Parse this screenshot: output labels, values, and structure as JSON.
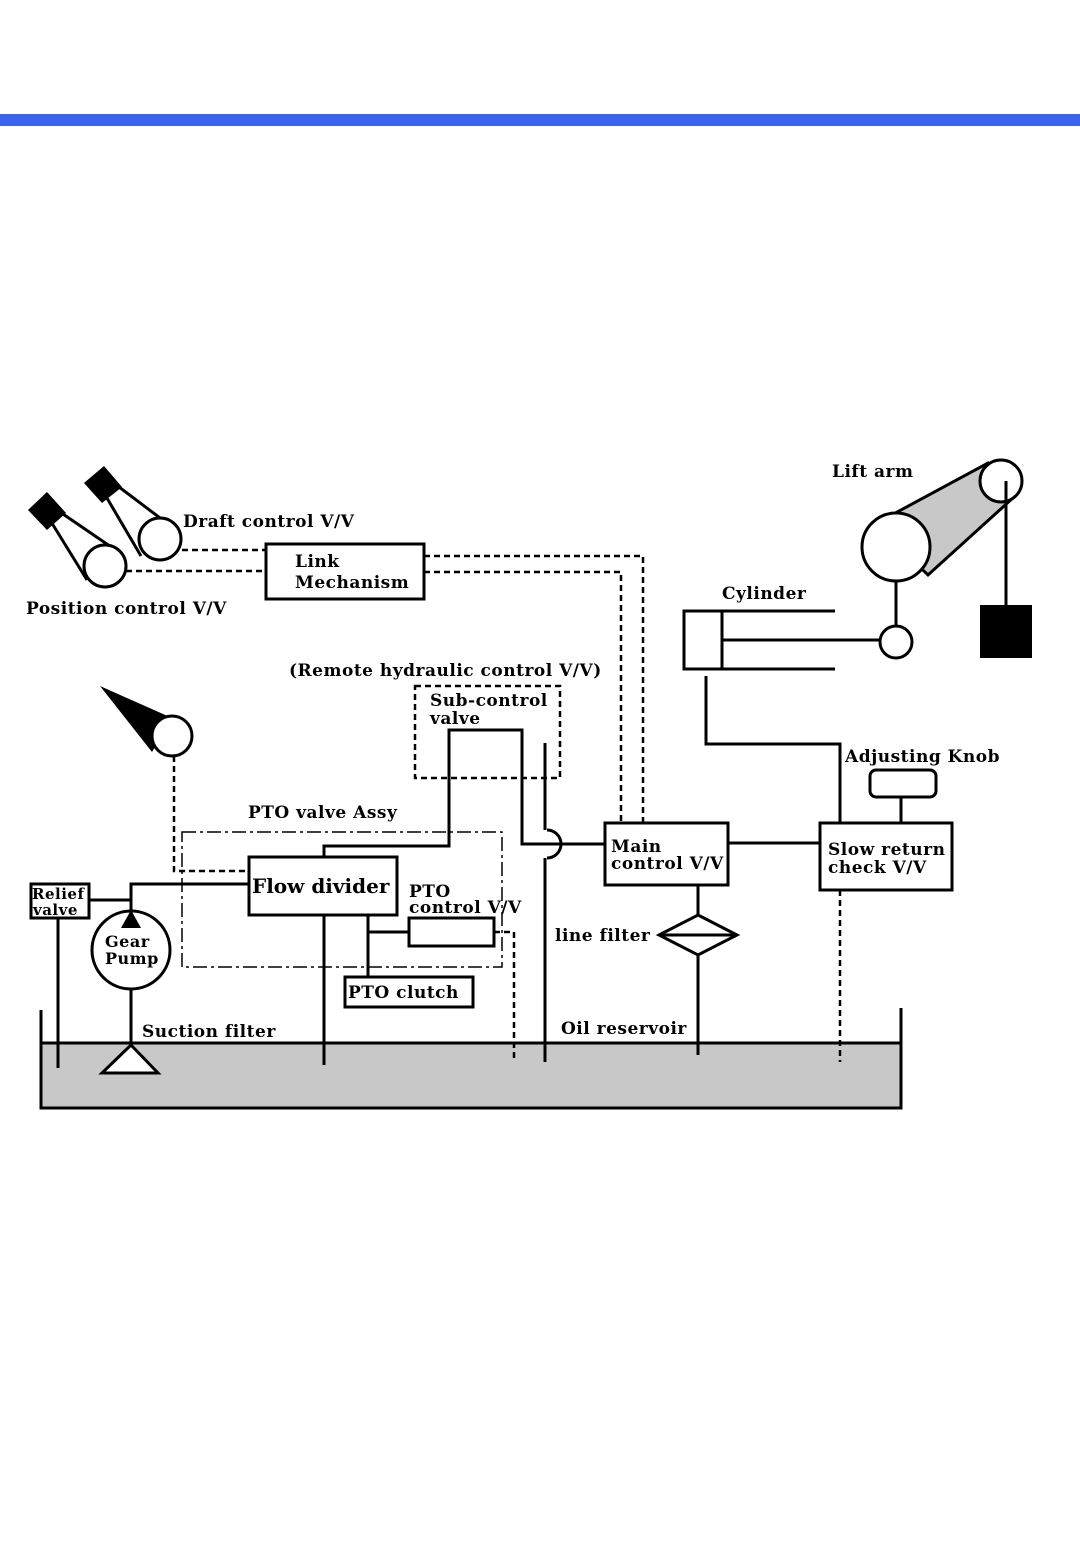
{
  "colors": {
    "header_bar": "#3a63f0",
    "reservoir_fill": "#c8c8c8",
    "lift_arm_fill": "#c8c8c8",
    "ink": "#000000"
  },
  "labels": {
    "draft_control": "Draft  control  V/V",
    "position_control": "Position  control  V/V",
    "link_line1": "Link",
    "link_line2": "Mechanism",
    "lift_arm": "Lift  arm",
    "cylinder": "Cylinder",
    "remote": "(Remote  hydraulic  control  V/V)",
    "sub_line1": "Sub-control",
    "sub_line2": "valve",
    "adjusting_knob": "Adjusting  Knob",
    "pto_valve_assy": "PTO  valve  Assy",
    "main_line1": "Main",
    "main_line2": "control  V/V",
    "slow_line1": "Slow  return",
    "slow_line2": "check  V/V",
    "relief_line1": "Relief",
    "relief_line2": "valve",
    "flow_divider": "Flow divider",
    "pto_ctrl_line1": "PTO",
    "pto_ctrl_line2": "control  V/V",
    "gear_line1": "Gear",
    "gear_line2": "Pump",
    "line_filter": "line  filter",
    "pto_clutch": "PTO  clutch",
    "suction_filter": "Suction  filter",
    "oil_reservoir": "Oil  reservoir"
  }
}
